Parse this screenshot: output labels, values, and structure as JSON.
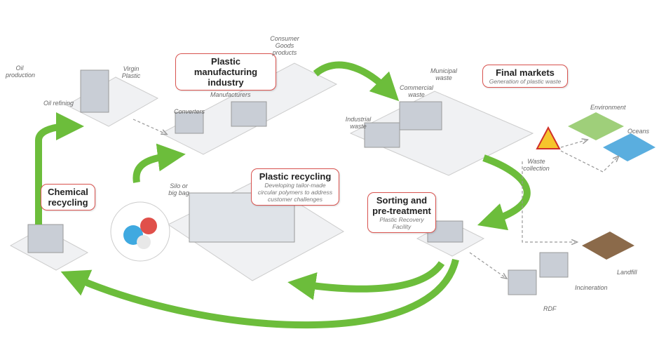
{
  "colors": {
    "flow_arrow": "#6cbd3b",
    "box_border": "#d9534f",
    "dashed_flow": "#aaaaaa"
  },
  "boxes": {
    "manufacturing": {
      "title": "Plastic manufacturing industry"
    },
    "final_markets": {
      "title": "Final markets",
      "subtitle": "Generation of plastic waste"
    },
    "recycling": {
      "title": "Plastic recycling",
      "subtitle": "Developing tailor-made circular polymers to address customer challenges"
    },
    "sorting": {
      "title": "Sorting and pre-treatment",
      "subtitle": "Plastic Recovery Facility"
    },
    "chemical": {
      "title": "Chemical recycling"
    }
  },
  "labels": {
    "oil_production": "Oil production",
    "oil_refining": "Oil refining",
    "virgin_plastic": "Virgin Plastic",
    "consumer_goods": "Consumer Goods products",
    "manufacturers": "Manufacturers",
    "converters": "Converters",
    "municipal_waste": "Municipal waste",
    "commercial_waste": "Commercial waste",
    "industrial_waste": "Industrial waste",
    "environment": "Environment",
    "oceans": "Oceans",
    "waste_collection": "Waste collection",
    "silo": "Silo or big bag",
    "landfill": "Landfill",
    "incineration": "Incineration",
    "rdf": "RDF"
  }
}
